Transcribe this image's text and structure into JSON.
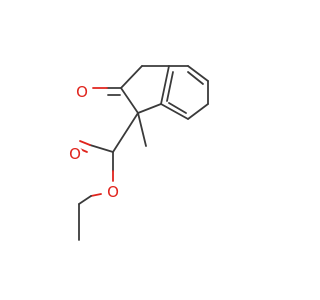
{
  "molecule": {
    "atom_labels": [
      {
        "id": "carbonyl-oxygen-ketone",
        "text": "O",
        "color": "#e0231c"
      },
      {
        "id": "carbonyl-oxygen-ester",
        "text": "O",
        "color": "#e0231c"
      },
      {
        "id": "ester-oxygen",
        "text": "O",
        "color": "#e0231c"
      }
    ],
    "colors": {
      "bond": "#3a3a3a",
      "oxygen": "#e0231c",
      "background": "#ffffff"
    }
  }
}
